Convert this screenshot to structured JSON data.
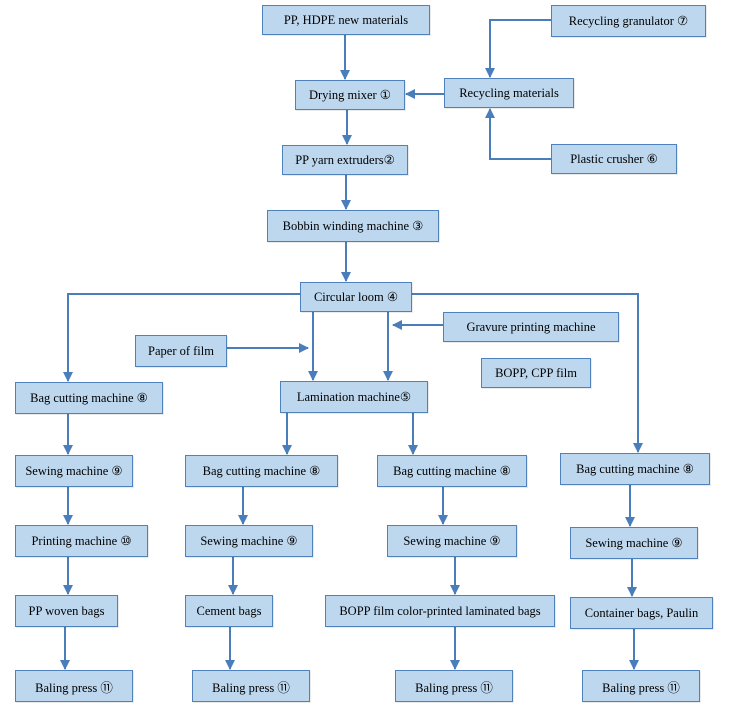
{
  "diagram": {
    "colors": {
      "box_fill": "#bdd7ee",
      "box_border": "#4f81bd",
      "arrow": "#4a7ebb"
    },
    "nodes": {
      "new_materials": "PP, HDPE new materials",
      "drying_mixer": "Drying mixer ①",
      "recycling_materials": "Recycling materials",
      "recycling_granulator": "Recycling granulator ⑦",
      "plastic_crusher": "Plastic crusher ⑥",
      "yarn_extruders": "PP yarn extruders②",
      "bobbin_winding": "Bobbin winding machine ③",
      "circular_loom": "Circular loom ④",
      "paper_of_film": "Paper of film",
      "gravure_printing": "Gravure printing machine",
      "bopp_cpp_film": "BOPP, CPP film",
      "lamination_machine": "Lamination machine⑤",
      "bag_cutting_1": "Bag cutting machine ⑧",
      "sewing_1": "Sewing machine ⑨",
      "printing_machine": "Printing machine ⑩",
      "pp_woven_bags": "PP woven bags",
      "baling_1": "Baling press ⑪",
      "bag_cutting_2": "Bag cutting machine ⑧",
      "sewing_2": "Sewing machine ⑨",
      "cement_bags": "Cement bags",
      "baling_2": "Baling press ⑪",
      "bag_cutting_3": "Bag cutting machine ⑧",
      "sewing_3": "Sewing machine ⑨",
      "bopp_bags": "BOPP film color-printed laminated bags",
      "baling_3": "Baling press ⑪",
      "bag_cutting_4": "Bag cutting machine ⑧",
      "sewing_4": "Sewing machine ⑨",
      "container_bags": "Container bags, Paulin",
      "baling_4": "Baling press ⑪"
    }
  }
}
